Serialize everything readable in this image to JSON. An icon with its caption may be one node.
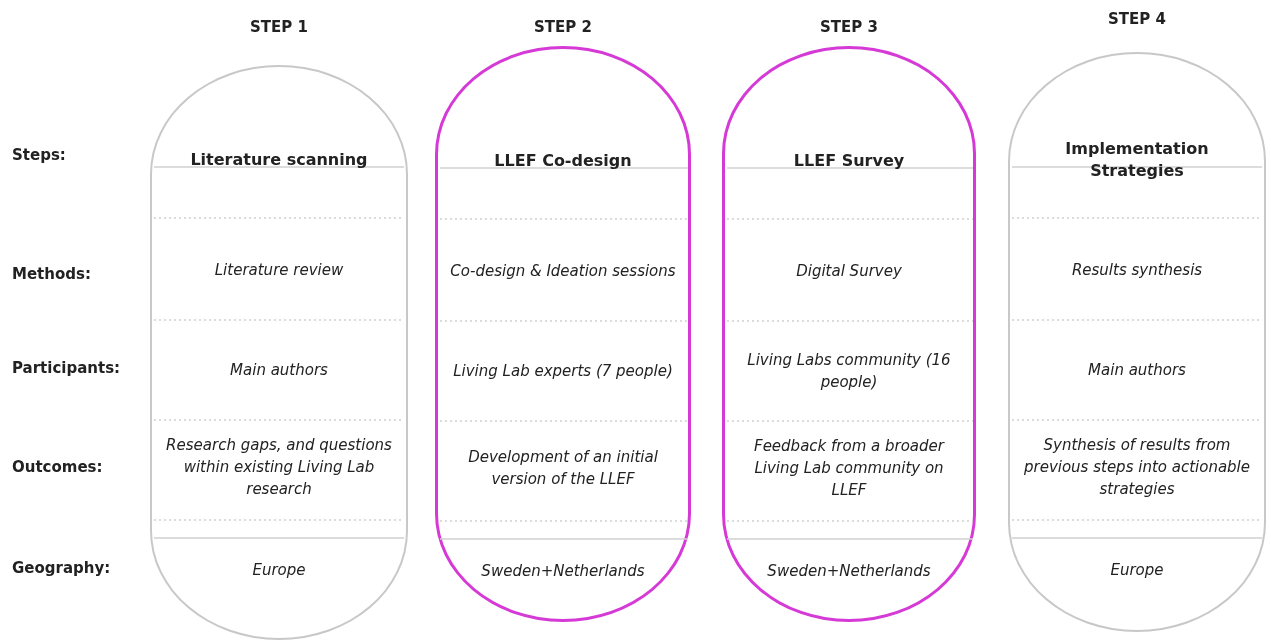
{
  "diagram": {
    "nodes": [
      {
        "text": [
          "Literature scanning",
          "Literature review",
          "Main authors",
          "Research gaps, and questions within existing Living Lab research",
          "Europe"
        ],
        "beside": [
          "STEP 1"
        ]
      },
      {
        "text": [
          "LLEF Co-design",
          "Co-design & Ideation sessions",
          "Living Lab experts (7 people)",
          "Development of an initial version of the LLEF",
          "Sweden+Netherlands"
        ],
        "beside": [
          "STEP 2"
        ]
      },
      {
        "text": [
          "LLEF Survey",
          "Digital Survey",
          "Living Labs community (16 people)",
          "Feedback from a broader Living Lab community on LLEF",
          "Sweden+Netherlands"
        ],
        "beside": [
          "STEP 3"
        ]
      },
      {
        "text": [
          "Implementation Strategies",
          "Results synthesis",
          "Main authors",
          "Synthesis of results from previous steps into actionable strategies",
          "Europe"
        ],
        "beside": [
          "STEP 4"
        ]
      }
    ],
    "labels": [
      "Steps:",
      "Methods:",
      "Participants:",
      "Outcomes:",
      "Geography:"
    ]
  }
}
